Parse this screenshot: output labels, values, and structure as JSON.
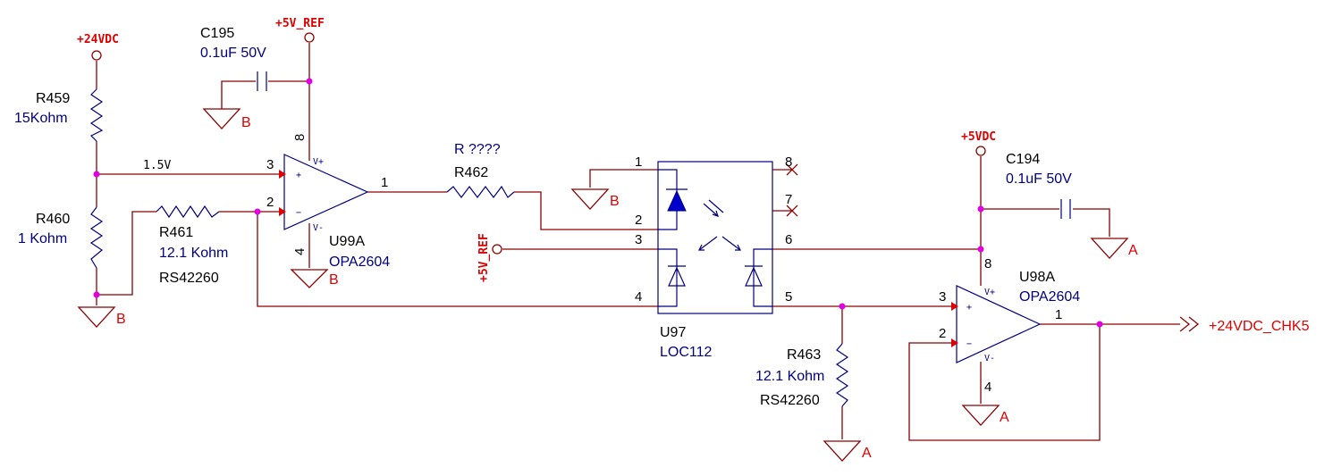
{
  "power": {
    "p24": "+24VDC",
    "p5ref_top": "+5V_REF",
    "p5ref_side": "+5V_REF",
    "p5vdc": "+5VDC",
    "out_net": "+24VDC_CHK5"
  },
  "grounds": {
    "b": "B",
    "a": "A"
  },
  "components": {
    "c195_ref": "C195",
    "c195_val": "0.1uF 50V",
    "c194_ref": "C194",
    "c194_val": "0.1uF 50V",
    "r459_ref": "R459",
    "r459_val": "15Kohm",
    "r460_ref": "R460",
    "r460_val": "1 Kohm",
    "r461_ref": "R461",
    "r461_val": "12.1 Kohm",
    "r461_pn": "RS42260",
    "r462_qm": "R ????",
    "r462_ref": "R462",
    "r463_ref": "R463",
    "r463_val": "12.1 Kohm",
    "r463_pn": "RS42260",
    "u99_ref": "U99A",
    "u99_val": "OPA2604",
    "u98_ref": "U98A",
    "u98_val": "OPA2604",
    "u97_ref": "U97",
    "u97_val": "LOC112"
  },
  "nets": {
    "v15": "1.5V"
  },
  "opamp_marks": {
    "plus": "+",
    "minus": "−",
    "vplus": "V+",
    "vminus": "V-"
  },
  "pins": {
    "u99_p8": "8",
    "u99_p3": "3",
    "u99_p2": "2",
    "u99_p1": "1",
    "u99_p4": "4",
    "u97_p1": "1",
    "u97_p2": "2",
    "u97_p3": "3",
    "u97_p4": "4",
    "u97_p5": "5",
    "u97_p6": "6",
    "u97_p7": "7",
    "u97_p8": "8",
    "u98_p8": "8",
    "u98_p3": "3",
    "u98_p2": "2",
    "u98_p1": "1",
    "u98_p4": "4"
  }
}
